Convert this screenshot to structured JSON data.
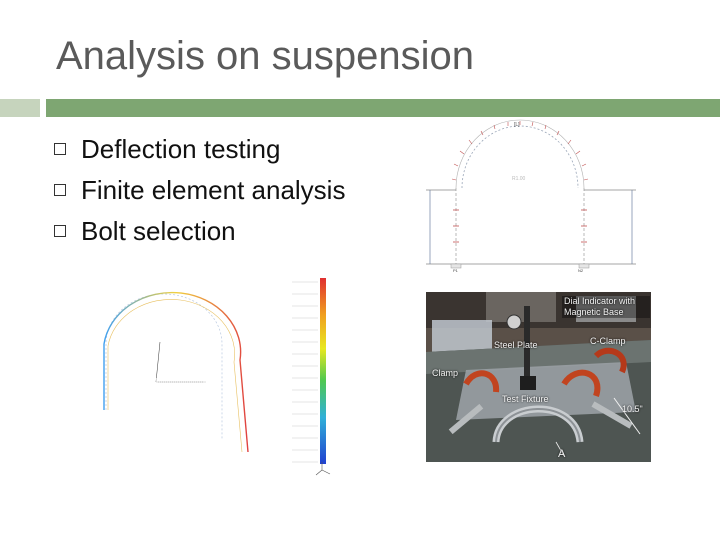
{
  "slide": {
    "title": "Analysis on suspension",
    "bullets": [
      {
        "label": "Deflection testing"
      },
      {
        "label": "Finite element analysis"
      },
      {
        "label": "Bolt selection"
      }
    ]
  },
  "photo": {
    "labels": {
      "dial_indicator": "Dial Indicator with Magnetic Base",
      "steel_plate": "Steel Plate",
      "c_clamp": "C-Clamp",
      "clamp": "Clamp",
      "test_fixture": "Test Fixture",
      "dimension": "10.5\"",
      "point": "A"
    }
  },
  "colors": {
    "title_text": "#5a5a5a",
    "accent_bar": "#7ea672",
    "accent_bar_light": "#c6d4bd"
  }
}
